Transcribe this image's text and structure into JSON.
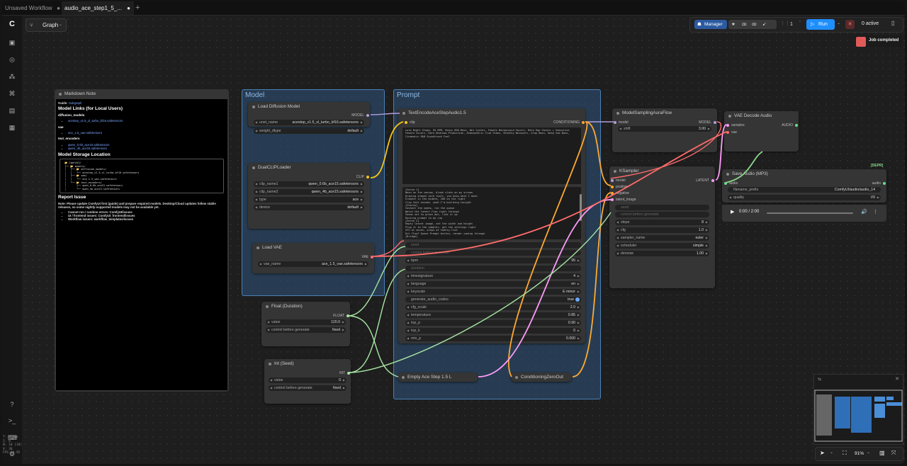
{
  "tabs": [
    {
      "label": "Unsaved Workflow"
    },
    {
      "label": "audio_ace_step1_5_..."
    }
  ],
  "graph_label": "Graph",
  "toolbar": {
    "manager": "Manager",
    "count": "1",
    "run": "Run",
    "active": "0 active"
  },
  "toast": "Job completed",
  "groups": {
    "model": "Model",
    "prompt": "Prompt"
  },
  "stats": [
    "T: 0.00s",
    "I: 0",
    "N: 18 [18]",
    "V: 30",
    "FPS:64.95"
  ],
  "markdown": {
    "title": "Markdown Note",
    "guide_prefix": "Guide: ",
    "guide_link": "Subgraph",
    "h_links": "Model Links (for Local Users)",
    "h_diffusion": "diffusion_models",
    "diffusion_link": "acestep_v1.5_xl_turbo_bf16.safetensors",
    "h_vae": "vae",
    "vae_link": "ace_1.5_vae.safetensors",
    "h_text": "text_encoders",
    "text_link1": "qwen_0.6b_ace15.safetensors",
    "text_link2": "qwen_4b_ace15.safetensors",
    "h_storage": "Model Storage Location",
    "tree": "📂 ComfyUI/\n├── 📂 models/\n│   ├── 📂 diffusion_models/\n│   │   └── acestep_v1.5_xl_turbo_bf16.safetensors\n│   ├── 📂 vae/\n│   │   └── ace_1.5_sae.safetensors\n│   └── 📂 text_encoders/\n│       ├── qwen_0.6b_ace15.safetensors\n│       └── qwen_4b_ace15.safetensors",
    "h_report": "Report Issue",
    "note": "Note: Please update ComfyUI first (guide) and prepare required models. Desktop/Cloud updates follow stable releases, so some nightly-supported models may not be available yet.",
    "bullets": [
      "Cannot run / runtime errors: ComfyUI/issues",
      "UI / frontend issues: ComfyUI_frontend/issues",
      "Workflow issues: workflow_templates/issues"
    ]
  },
  "load_diffusion": {
    "title": "Load Diffusion Model",
    "out": "MODEL",
    "unet_label": "unet_name",
    "unet_value": "acestep_v1.5_xl_turbo_bf16.safetensors",
    "dtype_label": "weight_dtype",
    "dtype_value": "default"
  },
  "dual_clip": {
    "title": "DualCLIPLoader",
    "out": "CLIP",
    "w1l": "clip_name1",
    "w1v": "qwen_0.6b_ace15.safetensors",
    "w2l": "clip_name2",
    "w2v": "qwen_4b_ace15.safetensors",
    "w3l": "type",
    "w3v": "ace",
    "w4l": "device",
    "w4v": "default"
  },
  "load_vae": {
    "title": "Load VAE",
    "out": "VAE",
    "w1l": "vae_name",
    "w1v": "ace_1.5_vae.safetensors"
  },
  "float_node": {
    "title": "Float (Duration)",
    "out": "FLOAT",
    "w1l": "value",
    "w1v": "120.0",
    "w2l": "control before generate",
    "w2v": "fixed"
  },
  "int_node": {
    "title": "Int (Seed)",
    "out": "INT",
    "w1l": "value",
    "w1v": "0",
    "w2l": "control before generate",
    "w2v": "fixed"
  },
  "text_encode": {
    "title": "TextEncodeAceStepAudio1.5",
    "in": "clip",
    "out": "CONDITIONING",
    "tags": "Late Night Stage, 95 BPM, Heavy 808 Bass, Wet Synths, Female Background Vocals, Male Rap Vocals + Seductive Female Vocals, Dark Bedroom Production, Atmospheric Club Vibes, Breathy Whispers, Slap Bass, Deep Sub Bass, Cinematic R&B Soundtrack Feel",
    "lyrics": "[Verse 1]\nNeon on the canvas, blank slate on my screen\nDrawing shapes with tools, you know what I mean\nElement in the middle, 200 on the right\nClip text encode, yeah I'm building tonight\n[Chorus]\nConnect the nodes, run the queue\nWatch the latent flow right through\nSeeds set to green dot, link it up\nRouting prompt to my cup\n[Verse 2]\nEmpty latent image, set the width and height\nPlug it to the sampler, get the settings right\nCFG at seven, steps at twenty-five\nDit flow? Queue Prompt button, render coming through\n[Bridge]",
    "w_seed": "seed",
    "w_ctrl": "control before generate",
    "w_bpm_l": "bpm",
    "w_bpm_v": "95",
    "w_duration": "duration",
    "w_ts_l": "timesignature",
    "w_ts_v": "4",
    "w_lang_l": "language",
    "w_lang_v": "en",
    "w_key_l": "keyscale",
    "w_key_v": "E minor",
    "w_gen_l": "generate_audio_codes",
    "w_gen_v": "true",
    "w_cfg_l": "cfg_scale",
    "w_cfg_v": "2.0",
    "w_temp_l": "temperature",
    "w_temp_v": "0.85",
    "w_topp_l": "top_p",
    "w_topp_v": "0.90",
    "w_topk_l": "top_k",
    "w_topk_v": "0",
    "w_minp_l": "min_p",
    "w_minp_v": "0.000"
  },
  "empty_ace": {
    "title": "Empty Ace Step 1.5 L"
  },
  "cond_zero": {
    "title": "ConditioningZeroOut"
  },
  "model_sampling": {
    "title": "ModelSamplingAuraFlow",
    "in": "model",
    "out": "MODEL",
    "w1l": "shift",
    "w1v": "3.00"
  },
  "ksampler": {
    "title": "KSampler",
    "in1": "model",
    "in2": "positive",
    "in3": "negative",
    "in4": "latent_image",
    "out": "LATENT",
    "w_seed": "seed",
    "w_ctrl": "control before generate",
    "w1l": "steps",
    "w1v": "8",
    "w2l": "cfg",
    "w2v": "1.0",
    "w3l": "sampler_name",
    "w3v": "euler",
    "w4l": "scheduler",
    "w4v": "simple",
    "w5l": "denoise",
    "w5v": "1.00"
  },
  "vae_decode": {
    "title": "VAE Decode Audio",
    "in1": "samples",
    "in2": "vae",
    "out": "AUDIO"
  },
  "save_audio": {
    "title": "Save Audio (MP3)",
    "badge": "[DEPR]",
    "in": "audio",
    "out": "audio",
    "w1l": "filename_prefix",
    "w1v": "ComfyUI/audio/audio_14",
    "w2l": "quality",
    "w2v": "V0",
    "time": "0:00 / 2:00"
  },
  "zoom": "91%",
  "colors": {
    "model": "#b39ddb",
    "clip": "#f5c518",
    "vae": "#ff6b6b",
    "conditioning": "#ffa931",
    "latent": "#ff9cf9",
    "float": "#a8e6a3",
    "accent": "#1f8fff",
    "group": "#4a7fb5"
  }
}
